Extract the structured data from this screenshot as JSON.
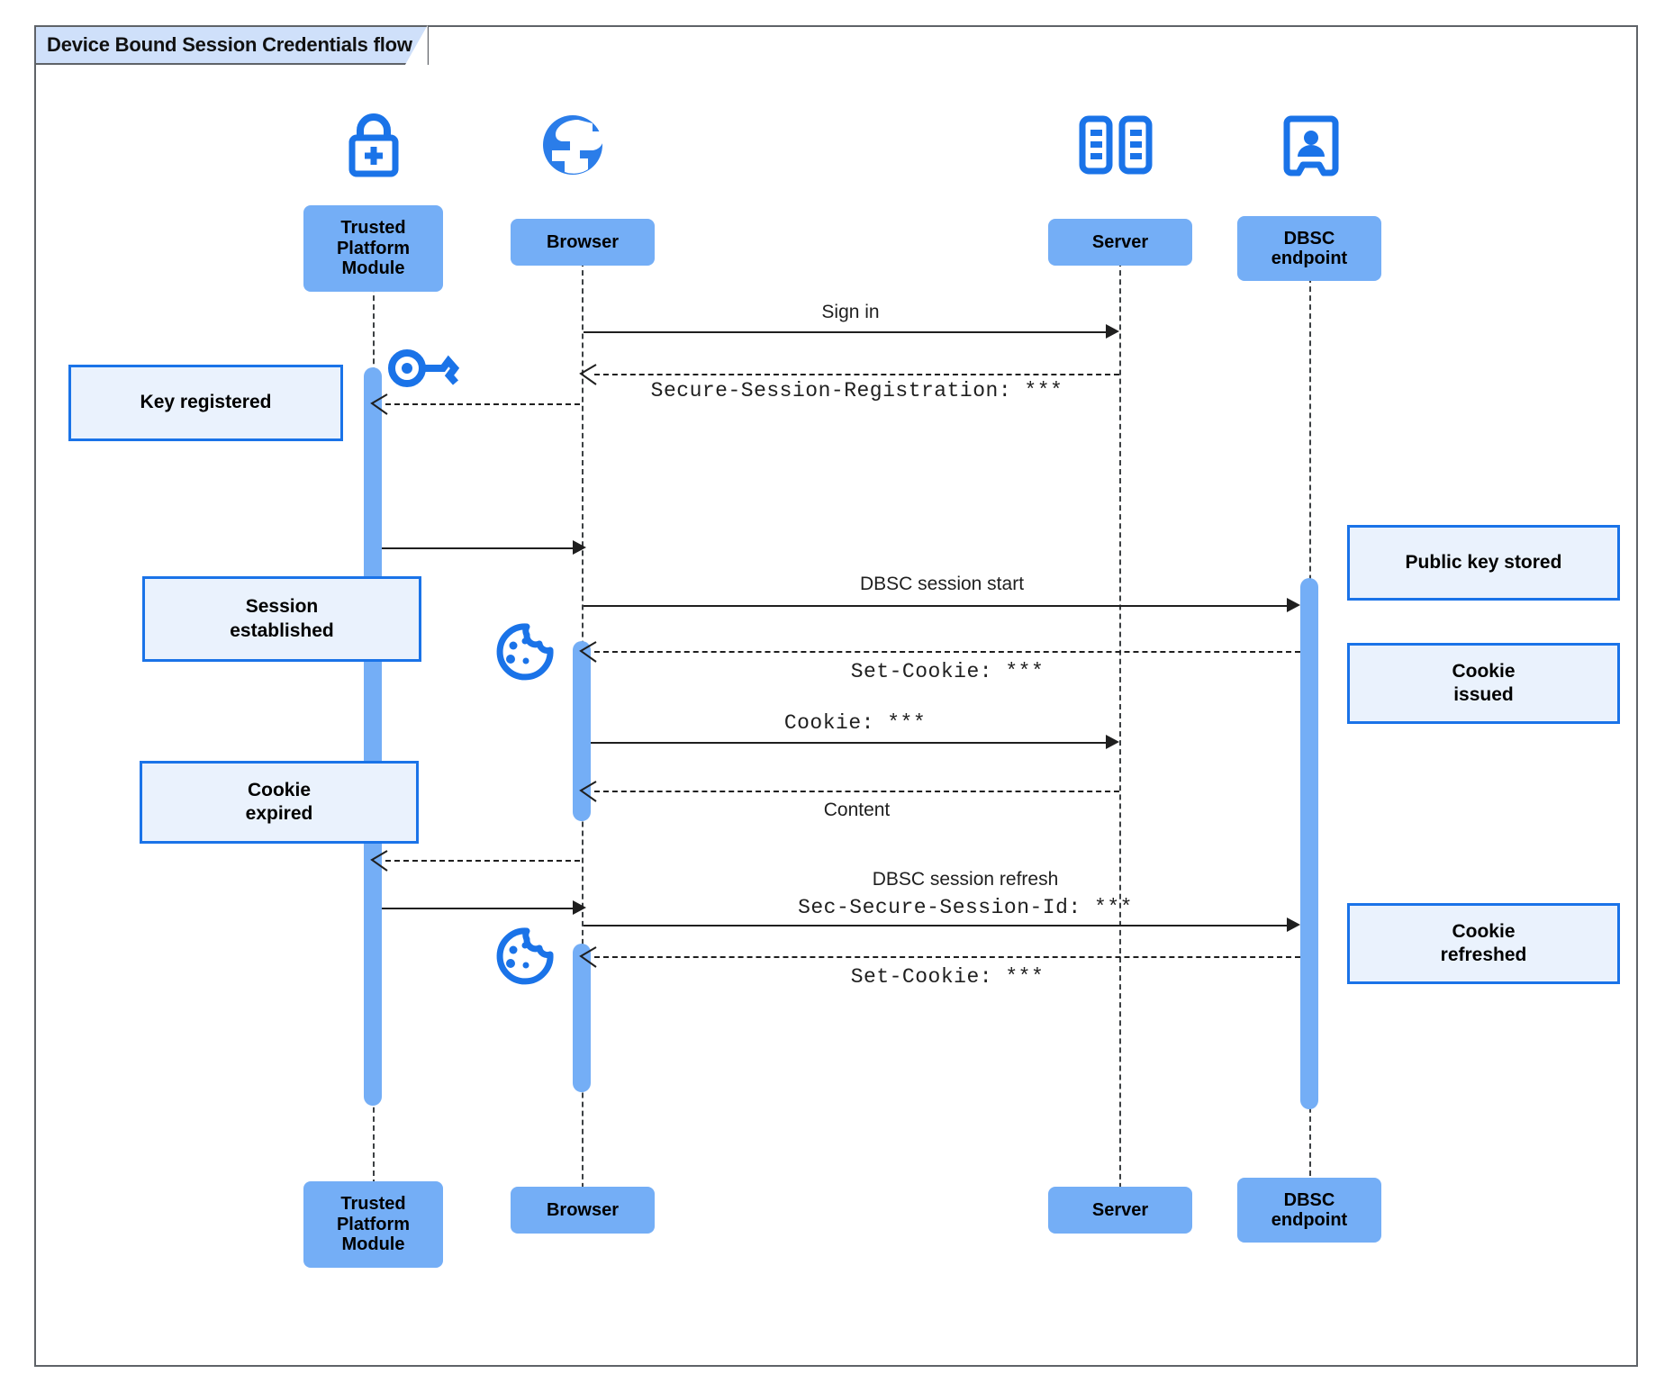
{
  "diagram": {
    "title": "Device Bound Session Credentials flow",
    "type": "uml-sequence",
    "colors": {
      "frame_border": "#5f6368",
      "frame_tab_fill": "#cfe0fa",
      "participant_fill": "#74aef6",
      "activation_fill": "#74aef6",
      "note_fill": "#eaf2fd",
      "note_border": "#1a73e8",
      "icon_blue": "#1a73e8",
      "line": "#1f1f1f"
    }
  },
  "participants": [
    {
      "id": "tpm",
      "label": "Trusted\nPlatform\nModule",
      "icon": "lock-plus-icon"
    },
    {
      "id": "browser",
      "label": "Browser",
      "icon": "globe-icon"
    },
    {
      "id": "server",
      "label": "Server",
      "icon": "server-rack-icon"
    },
    {
      "id": "dbsc",
      "label": "DBSC\nendpoint",
      "icon": "id-badge-icon"
    }
  ],
  "participants_bottom": [
    {
      "id": "tpm",
      "label": "Trusted\nPlatform\nModule"
    },
    {
      "id": "browser",
      "label": "Browser"
    },
    {
      "id": "server",
      "label": "Server"
    },
    {
      "id": "dbsc",
      "label": "DBSC\nendpoint"
    }
  ],
  "messages": [
    {
      "id": "m1",
      "from": "browser",
      "to": "server",
      "label": "Sign in",
      "style": "solid",
      "font": "sans"
    },
    {
      "id": "m2",
      "from": "server",
      "to": "browser",
      "label": "Secure-Session-Registration: ***",
      "style": "dashed",
      "font": "mono"
    },
    {
      "id": "m3",
      "from": "browser",
      "to": "tpm",
      "label": "",
      "style": "dashed",
      "font": "sans"
    },
    {
      "id": "m4",
      "from": "tpm",
      "to": "browser",
      "label": "",
      "style": "solid",
      "font": "sans"
    },
    {
      "id": "m5",
      "from": "browser",
      "to": "dbsc",
      "label": "DBSC session start",
      "style": "solid",
      "font": "sans"
    },
    {
      "id": "m6",
      "from": "dbsc",
      "to": "browser",
      "label": "Set-Cookie: ***",
      "style": "dashed",
      "font": "mono"
    },
    {
      "id": "m7",
      "from": "browser",
      "to": "server",
      "label": "Cookie: ***",
      "style": "solid",
      "font": "mono"
    },
    {
      "id": "m8",
      "from": "server",
      "to": "browser",
      "label": "Content",
      "style": "dashed",
      "font": "sans"
    },
    {
      "id": "m9",
      "from": "browser",
      "to": "tpm",
      "label": "",
      "style": "dashed",
      "font": "sans"
    },
    {
      "id": "m10",
      "from": "tpm",
      "to": "dbsc",
      "label": "DBSC session refresh",
      "label2": "Sec-Secure-Session-Id: ***",
      "style": "solid",
      "font": "sans"
    },
    {
      "id": "m11",
      "from": "dbsc",
      "to": "browser",
      "label": "Set-Cookie: ***",
      "style": "dashed",
      "font": "mono"
    }
  ],
  "notes_left": [
    {
      "id": "n1",
      "label": "Key registered"
    },
    {
      "id": "n2",
      "label": "Session\nestablished"
    },
    {
      "id": "n3",
      "label": "Cookie\nexpired"
    }
  ],
  "notes_right": [
    {
      "id": "n4",
      "label": "Public key stored"
    },
    {
      "id": "n5",
      "label": "Cookie\nissued"
    },
    {
      "id": "n6",
      "label": "Cookie\nrefreshed"
    }
  ],
  "inline_icons": [
    {
      "id": "i1",
      "name": "key-icon"
    },
    {
      "id": "i2",
      "name": "cookie-icon"
    },
    {
      "id": "i3",
      "name": "cookie-icon"
    }
  ]
}
